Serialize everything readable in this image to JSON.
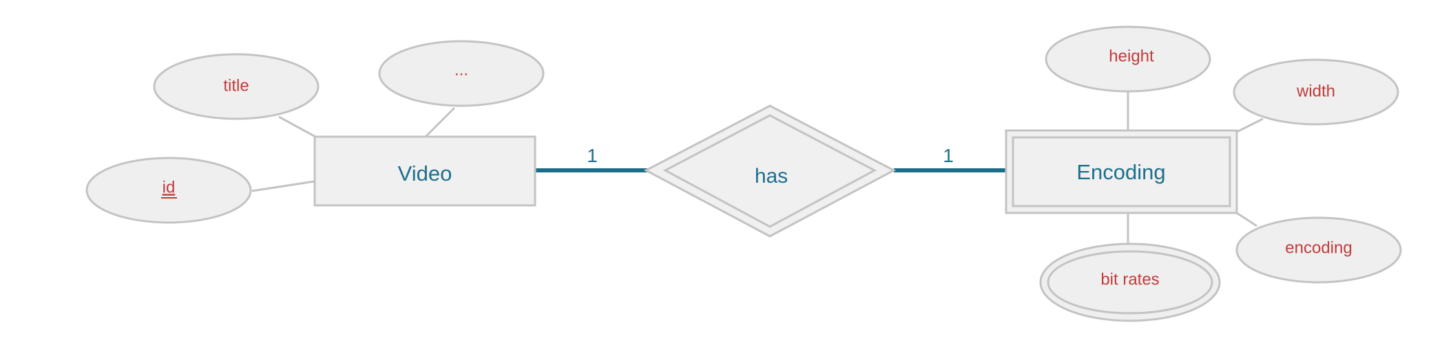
{
  "diagram": {
    "entities": {
      "video": {
        "label": "Video"
      },
      "encoding": {
        "label": "Encoding"
      }
    },
    "relationship": {
      "label": "has"
    },
    "cardinality": {
      "video_side": "1",
      "encoding_side": "1"
    },
    "attributes": {
      "title": "title",
      "more": "...",
      "id": "id",
      "height": "height",
      "width": "width",
      "encoding": "encoding",
      "bit_rates": "bit rates"
    }
  },
  "colors": {
    "attribute_text": "#c23b3b",
    "entity_text": "#1e6f8c",
    "relationship_line": "#1c6c89",
    "shape_fill": "#efefef",
    "shape_stroke": "#c3c3c3"
  }
}
